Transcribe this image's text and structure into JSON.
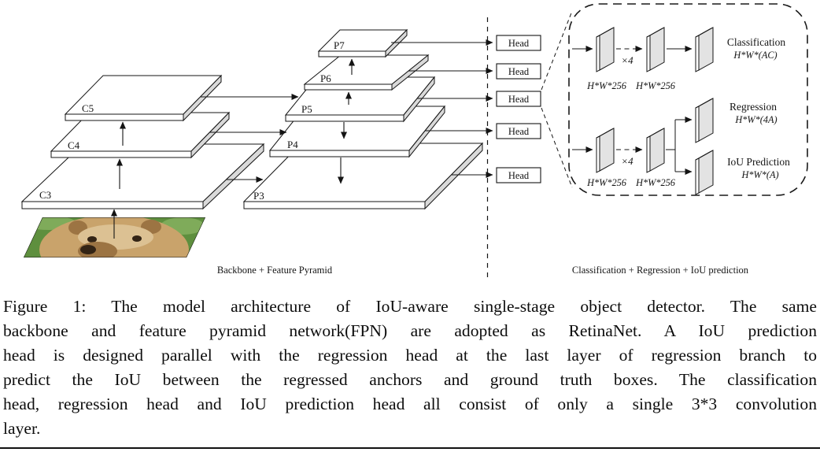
{
  "colors": {
    "line": "#141414",
    "slab_side": "#d9d9d9",
    "conv_face": "#e3e3e3",
    "grass": "#5e8f3e",
    "grass_light": "#7fab5a",
    "bear_fur": "#c9a36b",
    "bear_fur_light": "#dcc193",
    "bear_fur_dark": "#9c7443",
    "bear_dark": "#332415"
  },
  "figure": {
    "backbone": {
      "layers": [
        {
          "label": "C3"
        },
        {
          "label": "C4"
        },
        {
          "label": "C5"
        }
      ],
      "section_label": "Backbone + Feature Pyramid"
    },
    "pyramid": {
      "layers": [
        {
          "label": "P3"
        },
        {
          "label": "P4"
        },
        {
          "label": "P5"
        },
        {
          "label": "P6"
        },
        {
          "label": "P7"
        }
      ]
    },
    "heads": {
      "label": "Head",
      "count": 5
    },
    "head_detail": {
      "section_label": "Classification + Regression + IoU prediction",
      "classification_branch": {
        "conv1_dim": "H*W*256",
        "conv2_dim": "H*W*256",
        "repeat_label": "×4",
        "output_label": "Classification",
        "output_dim": "H*W*(AC)"
      },
      "regression_branch": {
        "conv1_dim": "H*W*256",
        "conv2_dim": "H*W*256",
        "repeat_label": "×4",
        "regression_label": "Regression",
        "regression_dim": "H*W*(4A)",
        "iou_label": "IoU Prediction",
        "iou_dim": "H*W*(A)"
      }
    }
  },
  "caption": {
    "lines": [
      "Figure 1:  The model architecture of IoU-aware single-stage object detector.  The same",
      "backbone and feature pyramid network(FPN) are adopted as RetinaNet. A IoU prediction",
      "head is designed parallel with the regression head at the last layer of regression branch to",
      "predict the IoU between the regressed anchors and ground truth boxes. The classification",
      "head, regression head and IoU prediction head all consist of only a single 3*3 convolution",
      "layer."
    ]
  }
}
